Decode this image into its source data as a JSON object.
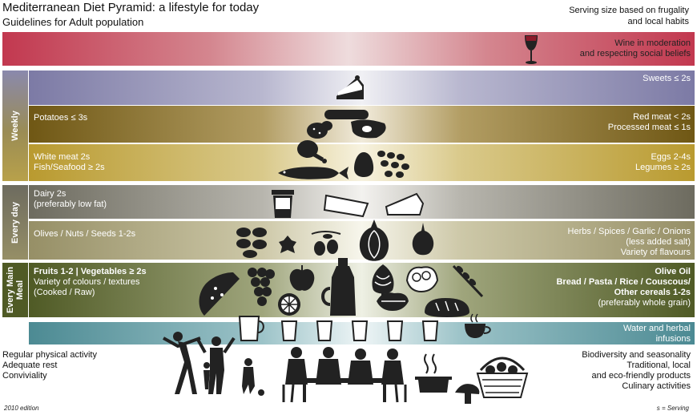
{
  "header": {
    "title": "Mediterranean Diet Pyramid: a lifestyle for today",
    "subtitle": "Guidelines for Adult population",
    "serving_note": [
      "Serving size based on frugality",
      "and local habits"
    ]
  },
  "wine": {
    "lines": [
      "Wine in moderation",
      "and respecting social beliefs"
    ]
  },
  "sections": {
    "weekly": "Weekly",
    "every_day": "Every day",
    "every_main_meal": [
      "Every Main",
      "Meal"
    ]
  },
  "weekly": {
    "sweets_right": "Sweets ≤ 2s",
    "potatoes_left": "Potatoes ≤ 3s",
    "meat_right": [
      "Red meat < 2s",
      "Processed meat ≤ 1s"
    ],
    "white_meat_left": [
      "White meat 2s",
      "Fish/Seafood ≥ 2s"
    ],
    "eggs_right": [
      "Eggs 2-4s",
      "Legumes ≥ 2s"
    ]
  },
  "every_day": {
    "dairy_left": [
      "Dairy 2s",
      "(preferably low fat)"
    ],
    "olives_left": "Olives / Nuts / Seeds  1-2s",
    "herbs_right": [
      "Herbs / Spices / Garlic / Onions",
      "(less added salt)",
      "Variety of flavours"
    ]
  },
  "main_meal": {
    "fruits_left": [
      "Fruits 1-2 | Vegetables ≥ 2s",
      "Variety of colours / textures",
      "(Cooked / Raw)"
    ],
    "oil_right": [
      "Olive Oil",
      "Bread / Pasta / Rice / Couscous/",
      "Other cereals 1-2s",
      "(preferably whole grain)"
    ]
  },
  "water": {
    "lines": [
      "Water and herbal",
      "infusions"
    ]
  },
  "lifestyle": {
    "left": [
      "Regular physical activity",
      "Adequate rest",
      "Conviviality"
    ],
    "right": [
      "Biodiversity and seasonality",
      "Traditional, local",
      "and eco-friendly products",
      "Culinary activities"
    ]
  },
  "footer": {
    "edition": "2010 edition",
    "serving_key": "s = Serving"
  },
  "colors": {
    "wine": "#c2384f",
    "sweets": "#7c7aa5",
    "meat": "#6f5714",
    "white_meat": "#b99a2f",
    "dairy": "#6d6b5f",
    "olives": "#968f66",
    "meal": "#4f5a25",
    "water": "#4c8a93"
  },
  "icons": [
    "wine-glass-icon",
    "cake-icon",
    "meat-icon",
    "potato-icon",
    "chicken-leg-icon",
    "fish-icon",
    "egg-icon",
    "legumes-icon",
    "yogurt-icon",
    "cheese-icon",
    "nuts-icon",
    "olives-icon",
    "onion-icon",
    "garlic-icon",
    "watermelon-icon",
    "grapes-icon",
    "apple-icon",
    "orange-icon",
    "oil-bottle-icon",
    "artichoke-icon",
    "cauliflower-icon",
    "wheat-icon",
    "bread-icon",
    "jug-icon",
    "glass-icon",
    "teacup-icon",
    "exercise-people-icon",
    "dinner-table-icon",
    "cooking-pot-icon",
    "basket-icon",
    "mushroom-icon"
  ]
}
